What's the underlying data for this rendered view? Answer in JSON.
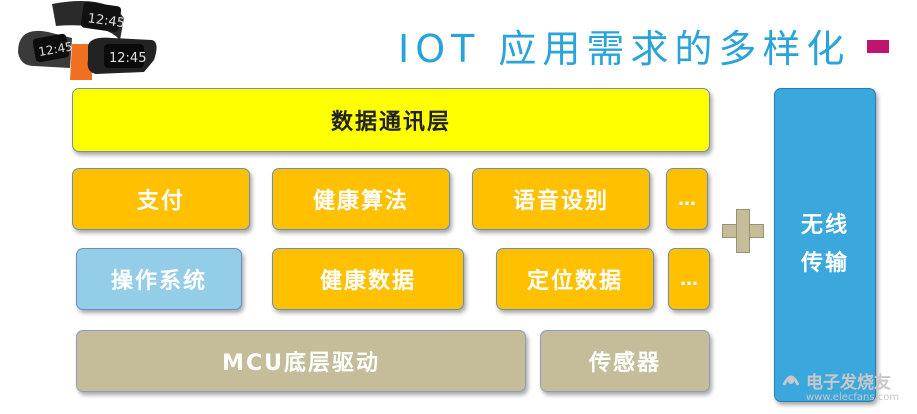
{
  "title": "IOT 应用需求的多样化",
  "rows": {
    "top": "数据通讯层",
    "row1": [
      "支付",
      "健康算法",
      "语音设别",
      "…"
    ],
    "row2": [
      "操作系统",
      "健康数据",
      "定位数据",
      "…"
    ],
    "bottom": [
      "MCU底层驱动",
      "传感器"
    ]
  },
  "side": {
    "line1": "无线",
    "line2": "传输"
  },
  "watermark": "电子发烧友",
  "watermark_url": "www.elecfans.com",
  "colors": {
    "yellow": "#ffff00",
    "orange": "#ffc000",
    "light_blue": "#93cde8",
    "tan": "#c5bd9a",
    "blue": "#3aa7dd",
    "title": "#2aa3d9",
    "accent": "#c0156f"
  },
  "icons": [
    "fitness-band-image",
    "plus-icon",
    "logo-icon"
  ]
}
